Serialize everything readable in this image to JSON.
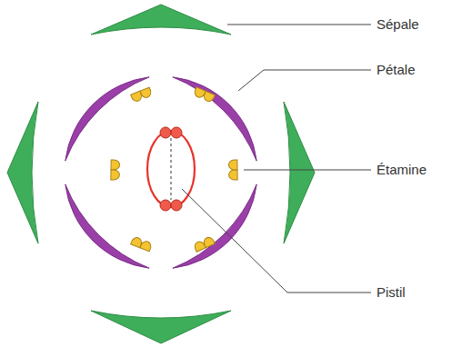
{
  "diagram": {
    "labels": [
      "Sépale",
      "Pétale",
      "Étamine",
      "Pistil"
    ]
  }
}
